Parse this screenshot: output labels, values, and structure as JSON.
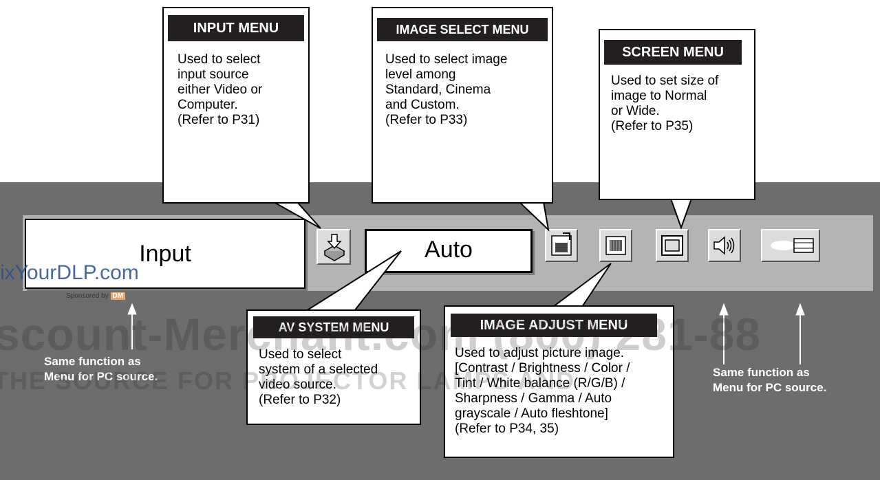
{
  "menubar": {
    "input_label": "Input",
    "auto_label": "Auto",
    "icons": [
      "input-icon",
      "image-select-icon",
      "image-adjust-icon",
      "screen-icon",
      "sound-icon",
      "projector-icon"
    ]
  },
  "callouts": {
    "input": {
      "title": "INPUT MENU",
      "lines": [
        "Used to select",
        "input source",
        "either Video or",
        "Computer.",
        "(Refer to P31)"
      ]
    },
    "image_select": {
      "title": "IMAGE SELECT MENU",
      "lines": [
        "Used to select image",
        "level among",
        "Standard, Cinema",
        "and Custom.",
        "(Refer to P33)"
      ]
    },
    "screen": {
      "title": "SCREEN MENU",
      "lines": [
        "Used to set size of",
        "image to Normal",
        "or Wide.",
        "(Refer to P35)"
      ]
    },
    "av_system": {
      "title": "AV SYSTEM MENU",
      "lines": [
        "Used to select",
        "system of a selected",
        "video source.",
        "(Refer to P32)"
      ]
    },
    "image_adjust": {
      "title": "IMAGE ADJUST MENU",
      "lines": [
        "Used to adjust picture image.",
        "[Contrast / Brightness / Color /",
        "Tint / White balance (R/G/B) /",
        "Sharpness / Gamma / Auto",
        "grayscale / Auto fleshtone]",
        "(Refer to P34, 35)"
      ]
    }
  },
  "notes": {
    "left": [
      "Same function as",
      "Menu for PC source."
    ],
    "right": [
      "Same function as",
      "Menu for PC source."
    ]
  },
  "watermark": {
    "site": "ixYourDLP.com",
    "sponsored": "Sponsored by",
    "sponsor_logo": "DM",
    "big": "scount-Merchant.com (800) 281-88",
    "small": "THE SOURCE FOR PROJECTOR LAMPS AND"
  },
  "colors": {
    "panel": "#6d6d6d",
    "menubar": "#b4b4b4",
    "header": "#231f20",
    "note_text": "#ffffff"
  }
}
